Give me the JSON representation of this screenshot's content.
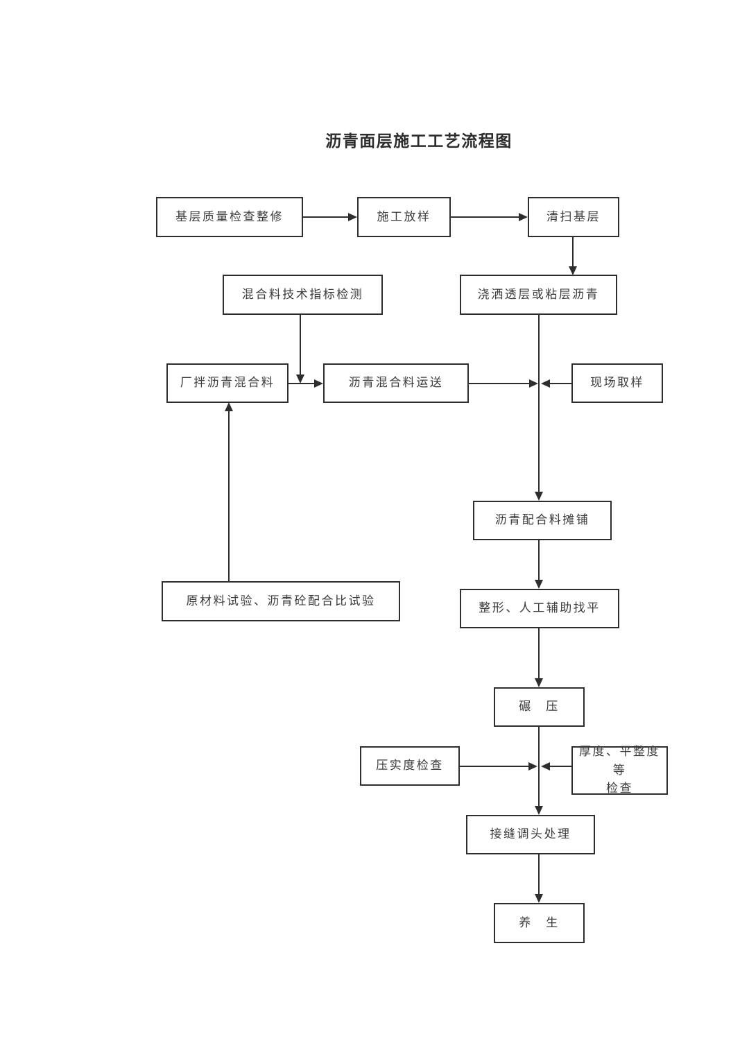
{
  "page": {
    "title": "沥青面层施工工艺流程图"
  },
  "colors": {
    "background": "#ffffff",
    "line": "#2e2e2e",
    "text": "#3b3b3b"
  },
  "nodes": [
    {
      "id": "base-quality-check",
      "label": "基层质量检查整修"
    },
    {
      "id": "construction-setout",
      "label": "施工放样"
    },
    {
      "id": "sweep-base-layer",
      "label": "清扫基层"
    },
    {
      "id": "mixture-index-test",
      "label": "混合料技术指标检测"
    },
    {
      "id": "spray-prime-tack-asphalt",
      "label": "浇洒透层或粘层沥青"
    },
    {
      "id": "plant-mixed-asphalt",
      "label": "厂拌沥青混合料"
    },
    {
      "id": "mixture-transport",
      "label": "沥青混合料运送"
    },
    {
      "id": "site-sampling",
      "label": "现场取样"
    },
    {
      "id": "asphalt-mix-paving",
      "label": "沥青配合料摊铺"
    },
    {
      "id": "raw-material-mix-ratio-test",
      "label": "原材料试验、沥青砼配合比试验"
    },
    {
      "id": "shaping-manual-leveling",
      "label": "整形、人工辅助找平"
    },
    {
      "id": "rolling",
      "label": "碾　压"
    },
    {
      "id": "compaction-degree-check",
      "label": "压实度检查"
    },
    {
      "id": "thickness-flatness-check",
      "label": "厚度、平整度等",
      "label2": "检查"
    },
    {
      "id": "joint-turnaround-treatment",
      "label": "接缝调头处理"
    },
    {
      "id": "curing",
      "label": "养　生"
    }
  ]
}
